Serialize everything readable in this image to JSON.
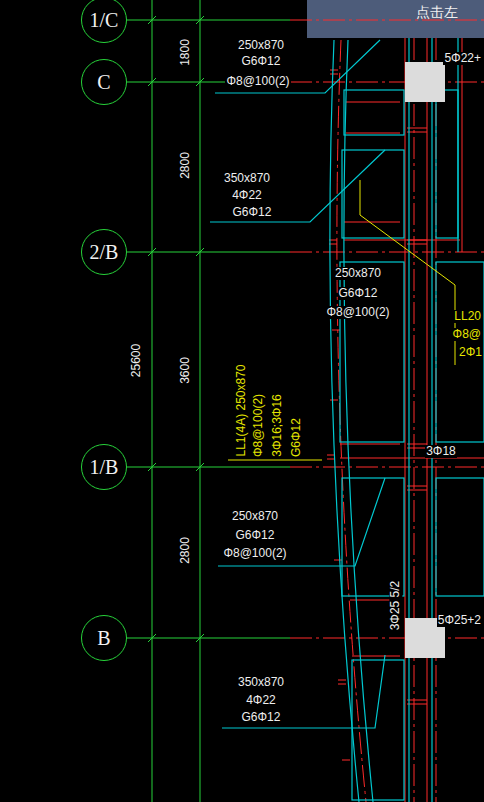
{
  "diagram": {
    "nodes": [
      {
        "text": [
          "1/C"
        ]
      },
      {
        "text": [
          "C"
        ]
      },
      {
        "text": [
          "2/B"
        ]
      },
      {
        "text": [
          "1/B"
        ]
      },
      {
        "text": [
          "B"
        ]
      }
    ],
    "labels": [
      "点击左",
      "1800",
      "2800",
      "25600",
      "3600",
      "2800",
      "250x870",
      "G6Φ12",
      "Φ8@100(2)",
      "5Φ22+",
      "350x870",
      "4Φ22",
      "G6Φ12",
      "250x870",
      "G6Φ12",
      "Φ8@100(2)",
      "LL20",
      "Φ8@",
      "2Φ1",
      "LL1(4A) 250x870",
      "Φ8@100(2)",
      "3Φ16;3Φ16",
      "G6Φ12",
      "3Φ18",
      "250x870",
      "G6Φ12",
      "Φ8@100(2)",
      "3Φ25 5/2",
      "5Φ25+2",
      "350x870",
      "4Φ22",
      "G6Φ12"
    ]
  }
}
